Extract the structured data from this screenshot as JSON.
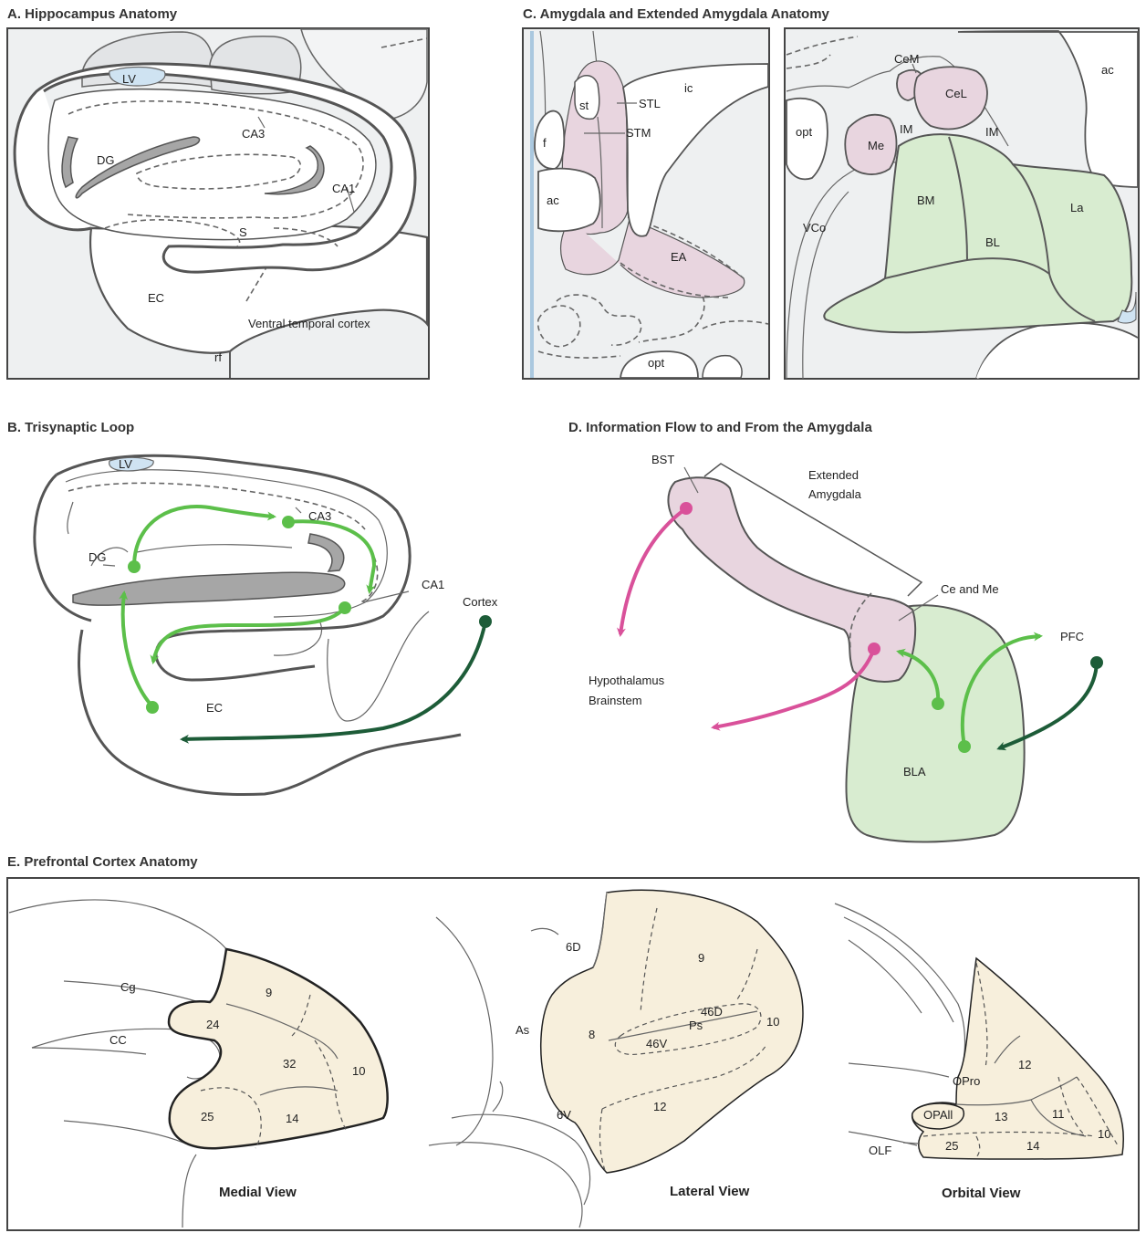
{
  "panels": {
    "a": {
      "title": "A. Hippocampus Anatomy",
      "labels": {
        "lv": "LV",
        "ca3": "CA3",
        "dg": "DG",
        "ca1": "CA1",
        "s": "S",
        "ec": "EC",
        "vtc": "Ventral temporal cortex",
        "rf": "rf"
      }
    },
    "b": {
      "title": "B. Trisynaptic Loop",
      "labels": {
        "lv": "LV",
        "ca3": "CA3",
        "dg": "DG",
        "ca1": "CA1",
        "cortex": "Cortex",
        "ec": "EC"
      }
    },
    "c": {
      "title": "C. Amygdala and Extended Amygdala Anatomy",
      "labels": {
        "st": "st",
        "stl": "STL",
        "stm": "STM",
        "ic": "ic",
        "f": "f",
        "ac": "ac",
        "ea": "EA",
        "opt": "opt",
        "cem": "CeM",
        "cel": "CeL",
        "ac2": "ac",
        "opt2": "opt",
        "im1": "IM",
        "im2": "IM",
        "me": "Me",
        "bm": "BM",
        "bl": "BL",
        "la": "La",
        "vco": "VCo"
      }
    },
    "d": {
      "title": "D. Information Flow to and From the Amygdala",
      "labels": {
        "bst": "BST",
        "ext1": "Extended",
        "ext2": "Amygdala",
        "ceme": "Ce and Me",
        "pfc": "PFC",
        "hyp1": "Hypothalamus",
        "hyp2": "Brainstem",
        "bla": "BLA"
      }
    },
    "e": {
      "title": "E. Prefrontal Cortex Anatomy",
      "labels": {
        "cg": "Cg",
        "cc": "CC",
        "m9": "9",
        "m24": "24",
        "m32": "32",
        "m10": "10",
        "m25": "25",
        "m14": "14",
        "medial": "Medial View",
        "d6": "6D",
        "l9": "9",
        "as": "As",
        "l46d": "46D",
        "l10": "10",
        "l8": "8",
        "ps": "Ps",
        "l46v": "46V",
        "v6": "6V",
        "l12": "12",
        "lateral": "Lateral View",
        "o12": "12",
        "opro": "OPro",
        "opall": "OPAll",
        "o13": "13",
        "o11": "11",
        "o10": "10",
        "olf": "OLF",
        "o25": "25",
        "o14": "14",
        "orbital": "Orbital View"
      }
    }
  },
  "colors": {
    "pink": "#e8d5df",
    "green": "#d8ecd0",
    "blue": "#cfe3f2",
    "cream": "#f7efdc",
    "arrow_light": "#5cbf4a",
    "arrow_dark": "#1d5c38",
    "arrow_pink": "#d9519a"
  }
}
